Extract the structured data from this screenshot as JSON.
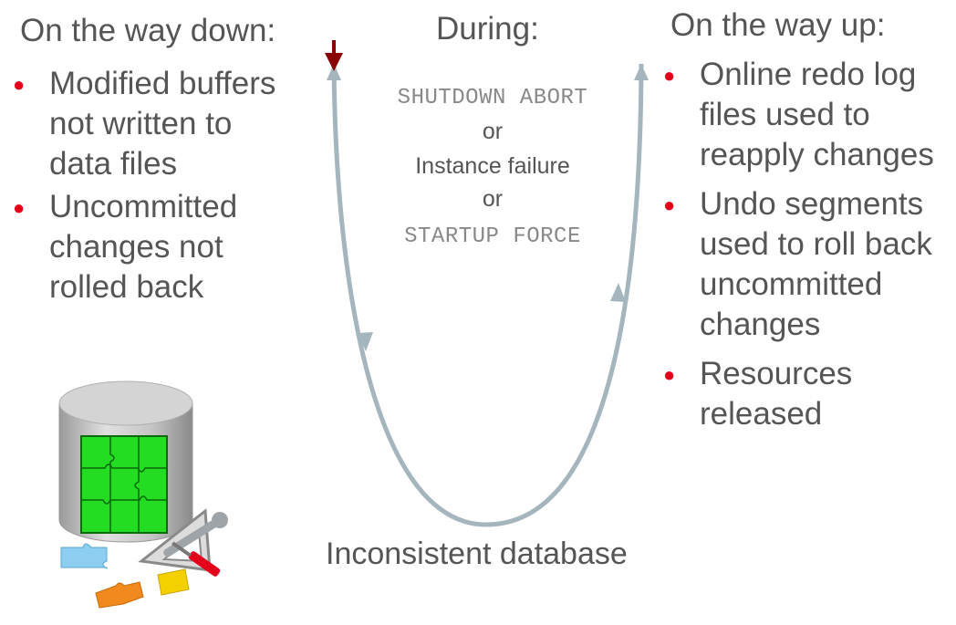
{
  "left": {
    "heading": "On the way down:",
    "bullets": [
      "Modified buffers not written to data files",
      "Uncommitted changes not rolled back"
    ]
  },
  "middle": {
    "heading": "During:",
    "shutdown_abort": "SHUTDOWN ABORT",
    "or1": "or",
    "instance_failure": "Instance failure",
    "or2": "or",
    "startup_force": "STARTUP FORCE"
  },
  "right": {
    "heading": "On the way up:",
    "bullets": [
      "Online redo log files used to reapply changes",
      "Undo segments used to roll back uncommitted changes",
      "Resources released"
    ]
  },
  "bottom_label": "Inconsistent database",
  "colors": {
    "bullet": "#e2001a",
    "curve": "#a5b5bd",
    "start_arrow": "#8b0000",
    "db_green": "#22dd22"
  },
  "icons": {
    "database": "database-puzzle-tools-icon",
    "start_arrow": "down-arrow-icon"
  }
}
